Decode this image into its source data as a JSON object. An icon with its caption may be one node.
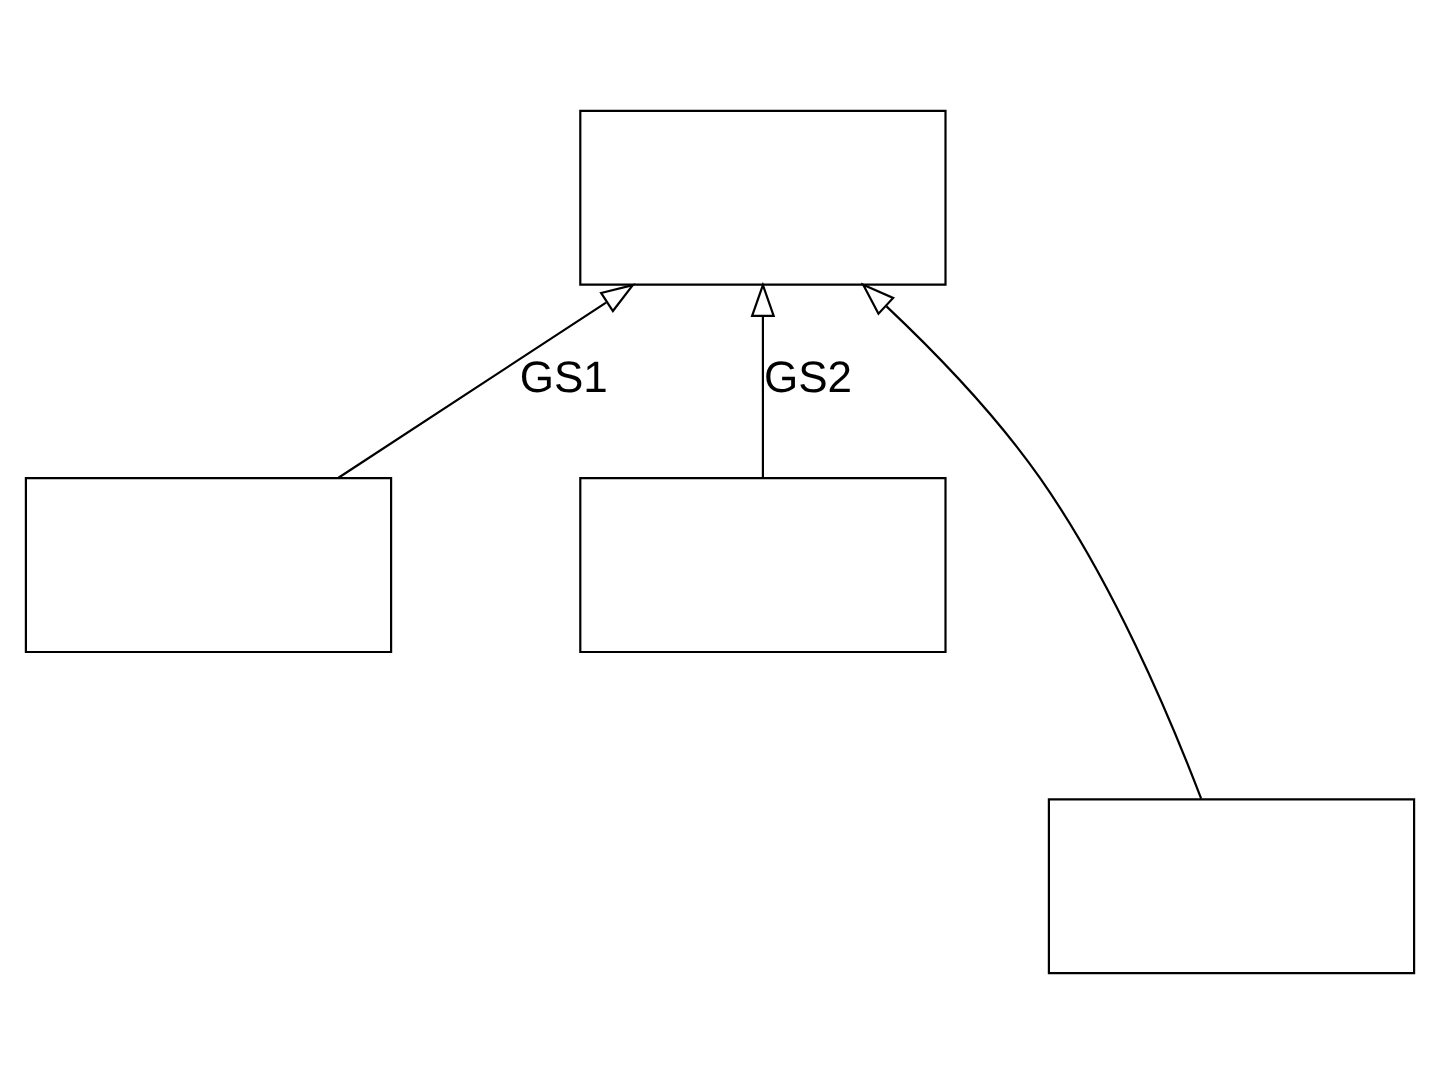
{
  "diagram": {
    "nodes": [
      {
        "text": [],
        "shape": "box"
      },
      {
        "text": [],
        "shape": "box"
      },
      {
        "text": [],
        "shape": "box"
      },
      {
        "text": [],
        "shape": "box"
      }
    ],
    "edges": [
      {
        "from": 1,
        "to": 0,
        "arrow": "to",
        "label": "GS1"
      },
      {
        "from": 3,
        "to": 0,
        "arrow": "to"
      },
      {
        "from": 2,
        "to": 0,
        "arrow": "to",
        "label": "GS2"
      }
    ]
  }
}
